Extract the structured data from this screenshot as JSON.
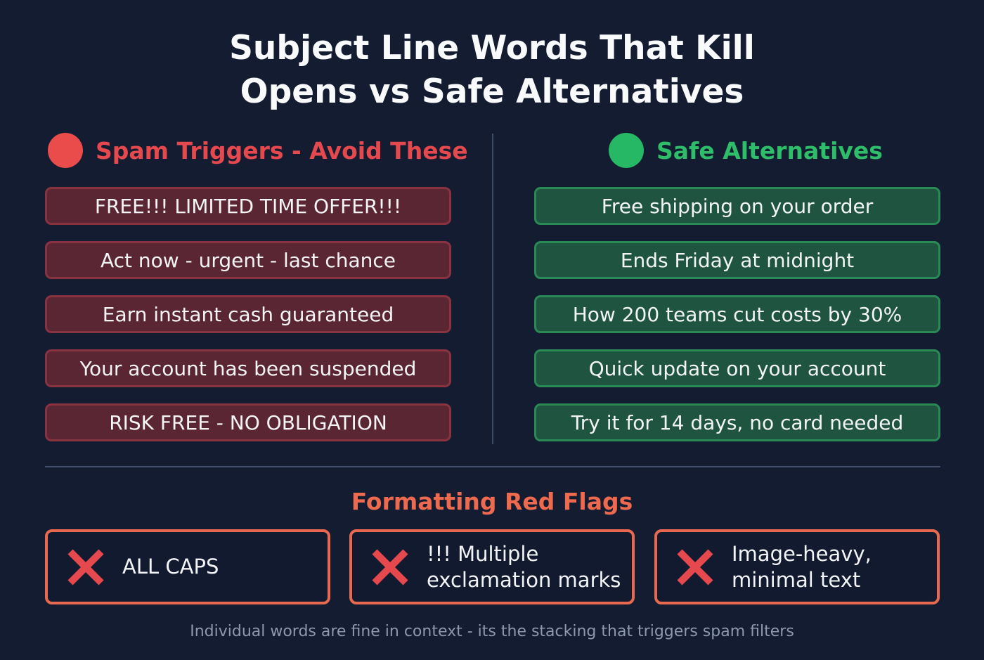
{
  "title": {
    "line1": "Subject Line Words That Kill",
    "line2": "Opens vs Safe Alternatives"
  },
  "spam": {
    "heading": "Spam Triggers - Avoid These",
    "color": "#e5484d",
    "items": [
      "FREE!!! LIMITED TIME OFFER!!!",
      "Act now - urgent - last chance",
      "Earn instant cash guaranteed",
      "Your account has been suspended",
      "RISK FREE - NO OBLIGATION"
    ]
  },
  "safe": {
    "heading": "Safe Alternatives",
    "color": "#2ebd68",
    "items": [
      "Free shipping on your order",
      "Ends Friday at midnight",
      "How 200 teams cut costs by 30%",
      "Quick update on your account",
      "Try it for 14 days, no card needed"
    ]
  },
  "formatting": {
    "heading": "Formatting Red Flags",
    "color": "#ee6a4f",
    "flags": [
      {
        "icon": "x-mark-icon",
        "line1": "ALL CAPS",
        "line2": ""
      },
      {
        "icon": "x-mark-icon",
        "line1": "!!! Multiple",
        "line2": "exclamation marks"
      },
      {
        "icon": "x-mark-icon",
        "line1": "Image-heavy,",
        "line2": "minimal text"
      }
    ]
  },
  "footnote": "Individual words are fine in context - its the stacking that triggers spam filters"
}
